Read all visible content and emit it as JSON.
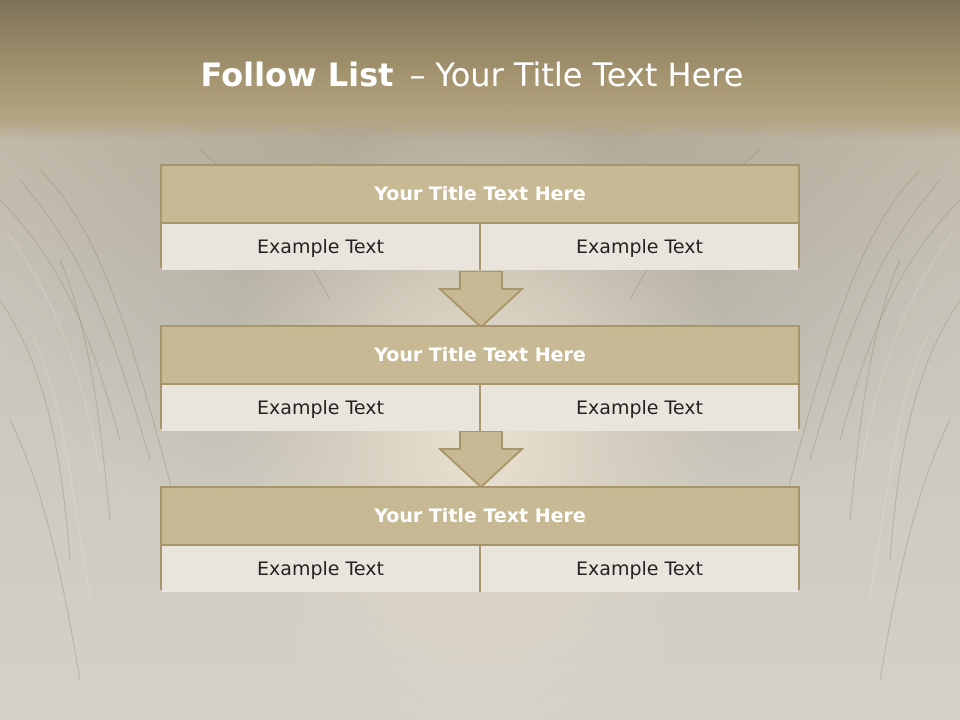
{
  "slide": {
    "title_bold": "Follow List",
    "title_dash": "–",
    "title_rest": "Your Title Text Here"
  },
  "blocks": [
    {
      "title": "Your Title Text Here",
      "left": "Example Text",
      "right": "Example Text"
    },
    {
      "title": "Your Title Text Here",
      "left": "Example Text",
      "right": "Example Text"
    },
    {
      "title": "Your Title Text Here",
      "left": "Example Text",
      "right": "Example Text"
    }
  ],
  "colors": {
    "header": "#a4946f",
    "block_head": "#c8b995",
    "border": "#a8966a",
    "cell": "#e9e5dc",
    "arrow": "#c8b995"
  }
}
